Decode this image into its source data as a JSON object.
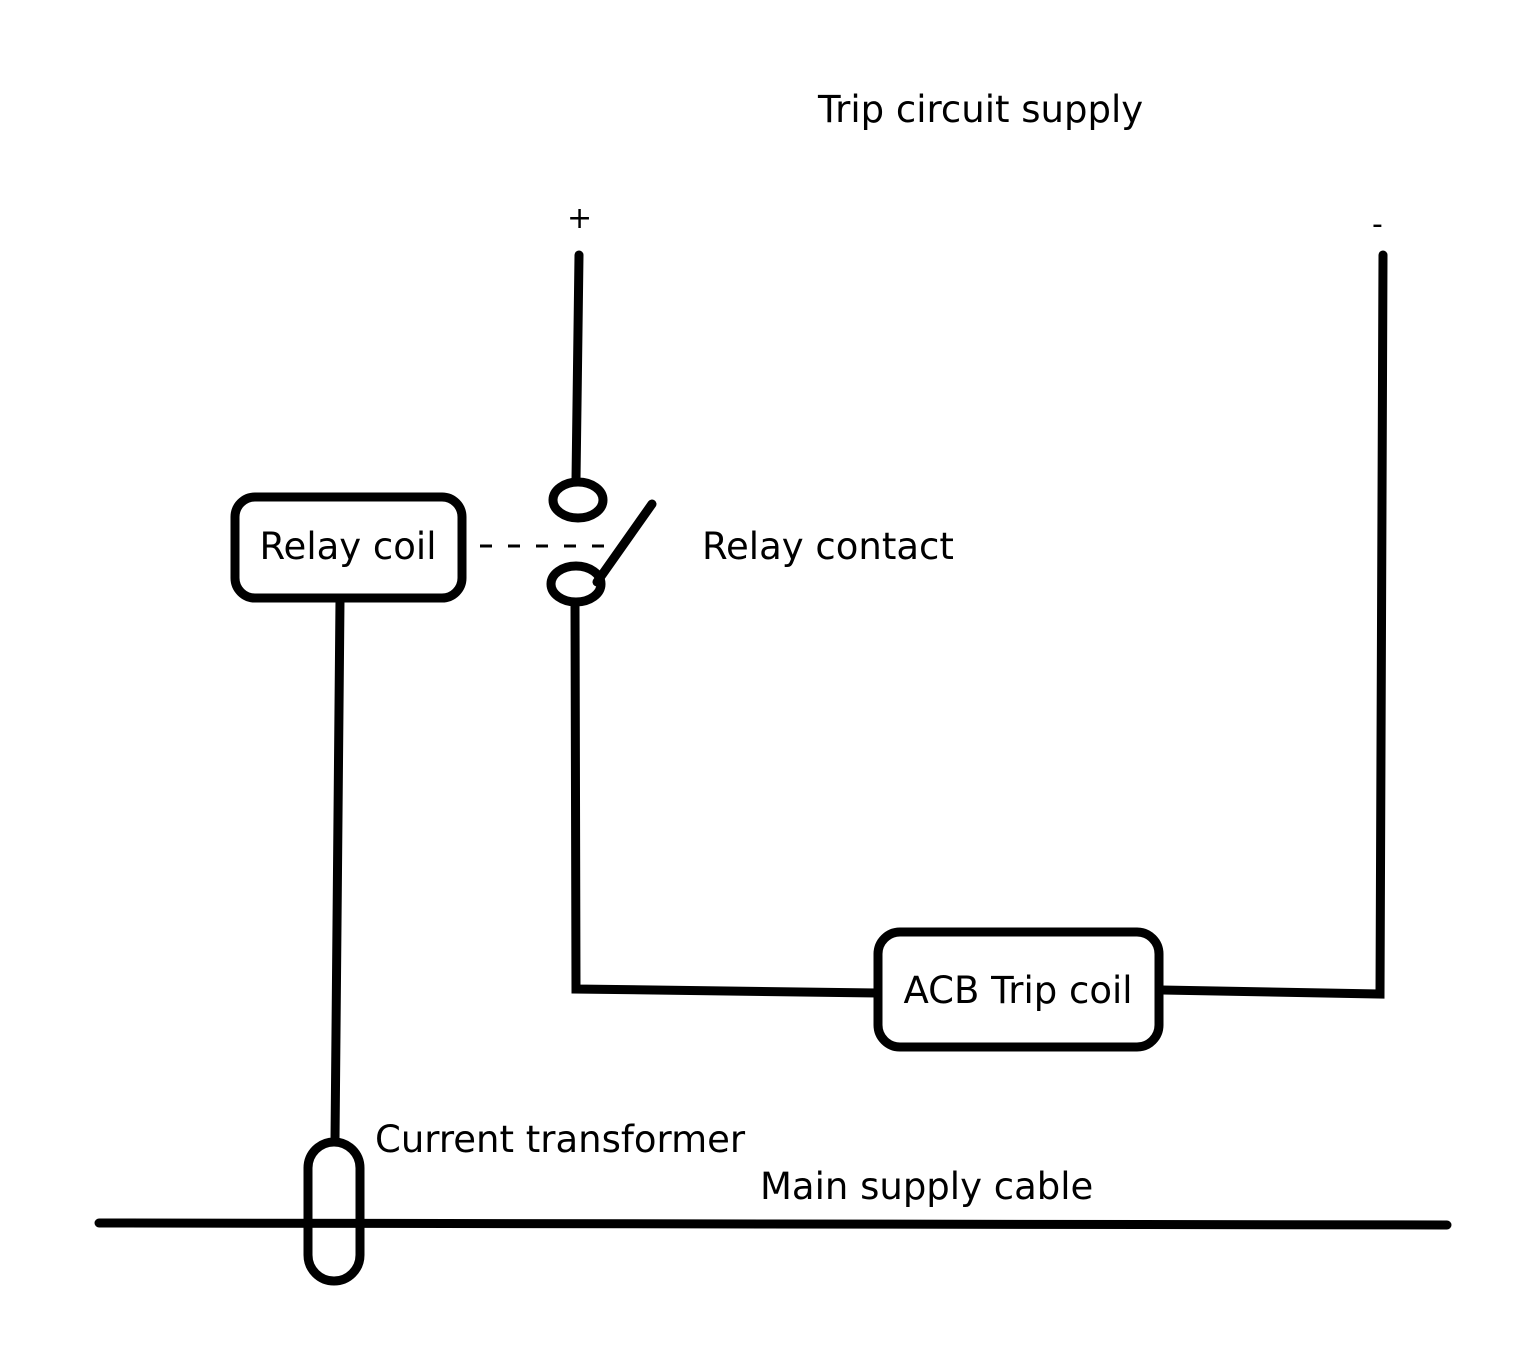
{
  "diagram": {
    "title": "Trip circuit supply",
    "plus_terminal": "+",
    "minus_terminal": "-",
    "relay_coil": "Relay coil",
    "relay_contact": "Relay contact",
    "acb_trip_coil": "ACB Trip coil",
    "current_transformer": "Current transformer",
    "main_supply_cable": "Main supply cable"
  }
}
